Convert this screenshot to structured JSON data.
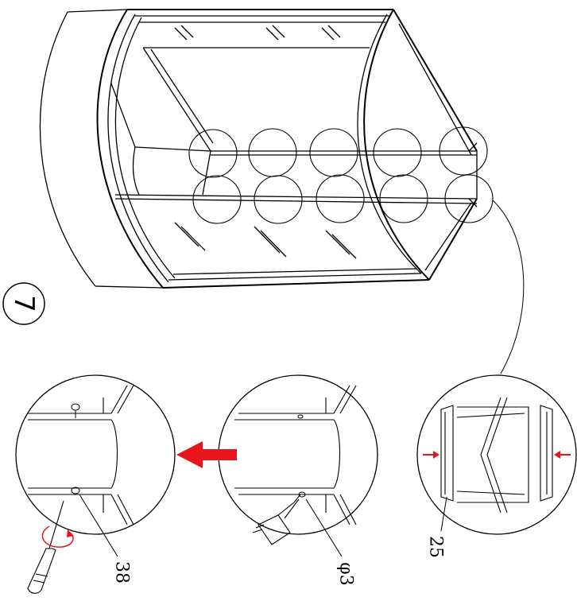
{
  "step": {
    "number": "7"
  },
  "callouts": {
    "part_frame": "25",
    "part_screw": "38",
    "drill_size": "φ3"
  },
  "colors": {
    "line": "#000000",
    "arrow": "#e8141c"
  },
  "icons": [
    "screwdriver-icon",
    "drill-icon",
    "rotation-arrow-icon",
    "press-arrow-icon"
  ]
}
